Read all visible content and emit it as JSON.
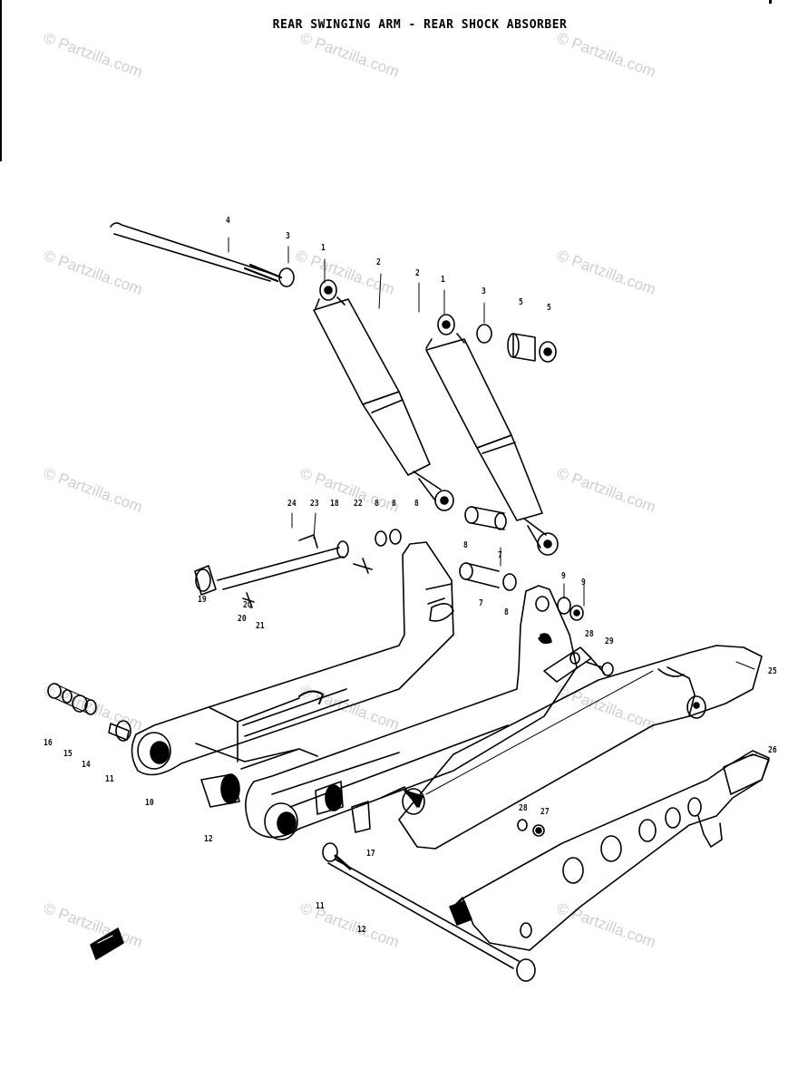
{
  "diagram": {
    "title": "REAR SWINGING ARM - REAR SHOCK ABSORBER",
    "watermark": "© Partzilla.com",
    "part_labels": [
      {
        "id": "l4a",
        "text": "4"
      },
      {
        "id": "l3a",
        "text": "3"
      },
      {
        "id": "l1a",
        "text": "1"
      },
      {
        "id": "l2a",
        "text": "2"
      },
      {
        "id": "l2b",
        "text": "2"
      },
      {
        "id": "l1b",
        "text": "1"
      },
      {
        "id": "l3b",
        "text": "3"
      },
      {
        "id": "l5a",
        "text": "5"
      },
      {
        "id": "l5b",
        "text": "5"
      },
      {
        "id": "l24",
        "text": "24"
      },
      {
        "id": "l23",
        "text": "23"
      },
      {
        "id": "l18a",
        "text": "18"
      },
      {
        "id": "l22",
        "text": "22"
      },
      {
        "id": "l8a",
        "text": "8"
      },
      {
        "id": "l8b",
        "text": "8"
      },
      {
        "id": "l8c",
        "text": "8"
      },
      {
        "id": "l7a",
        "text": "7"
      },
      {
        "id": "l8d",
        "text": "8"
      },
      {
        "id": "l7b",
        "text": "7"
      },
      {
        "id": "l8e",
        "text": "8"
      },
      {
        "id": "l9a",
        "text": "9"
      },
      {
        "id": "l9b",
        "text": "9"
      },
      {
        "id": "l19",
        "text": "19"
      },
      {
        "id": "l20a",
        "text": "2Q"
      },
      {
        "id": "l20b",
        "text": "20"
      },
      {
        "id": "l21",
        "text": "21"
      },
      {
        "id": "l28",
        "text": "28"
      },
      {
        "id": "l29",
        "text": "29"
      },
      {
        "id": "l25",
        "text": "25"
      },
      {
        "id": "l26",
        "text": "26"
      },
      {
        "id": "l16",
        "text": "16"
      },
      {
        "id": "l15",
        "text": "15"
      },
      {
        "id": "l14",
        "text": "14"
      },
      {
        "id": "l11a",
        "text": "11"
      },
      {
        "id": "l10",
        "text": "10"
      },
      {
        "id": "l12a",
        "text": "12"
      },
      {
        "id": "l28b",
        "text": "28"
      },
      {
        "id": "l27",
        "text": "27"
      },
      {
        "id": "l17",
        "text": "17"
      },
      {
        "id": "l11b",
        "text": "11"
      },
      {
        "id": "l12b",
        "text": "12"
      }
    ]
  }
}
